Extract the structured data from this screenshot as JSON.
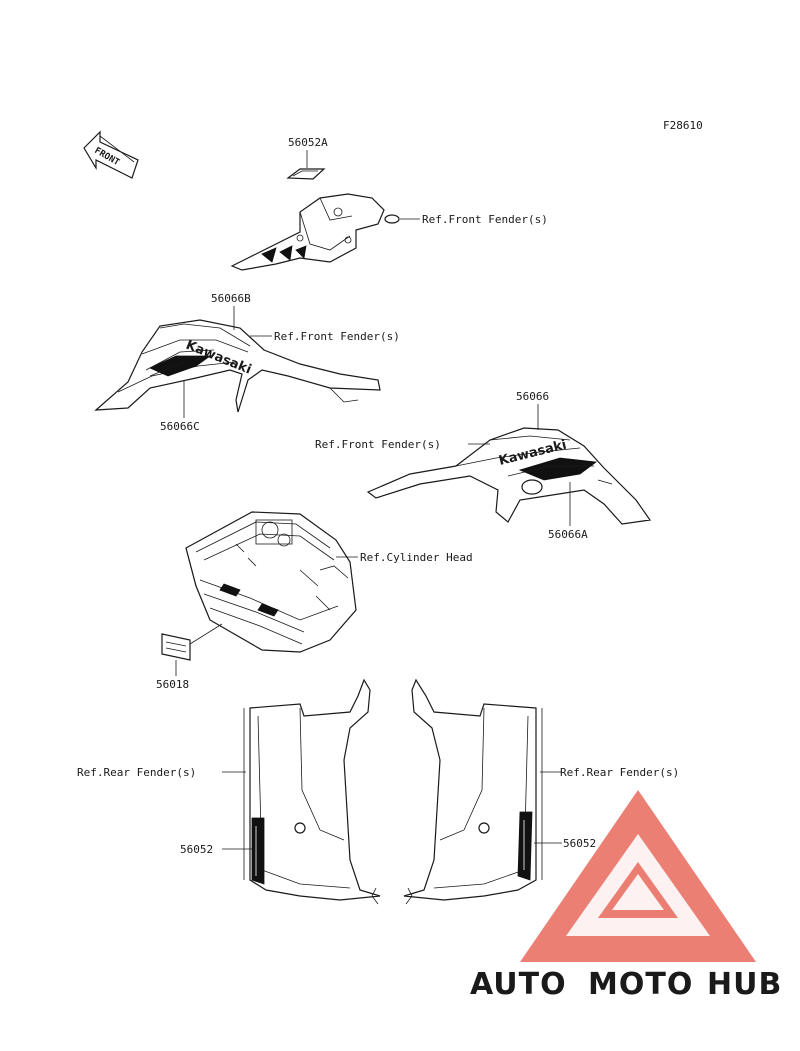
{
  "diagram_code": "F28610",
  "front_arrow_label": "FRONT",
  "callouts": {
    "p56052A": "56052A",
    "ref_front_fender_1": "Ref.Front Fender(s)",
    "p56066B": "56066B",
    "ref_front_fender_2": "Ref.Front Fender(s)",
    "p56066C": "56066C",
    "p56066": "56066",
    "ref_front_fender_3": "Ref.Front Fender(s)",
    "p56066A": "56066A",
    "ref_cylinder_head": "Ref.Cylinder Head",
    "p56018": "56018",
    "ref_rear_fender_left": "Ref.Rear Fender(s)",
    "ref_rear_fender_right": "Ref.Rear Fender(s)",
    "p56052_left": "56052",
    "p56052_right": "56052"
  },
  "decal_text": "Kawasaki",
  "watermark": {
    "part1": "AUTO",
    "part2": "MOTO",
    "part3": "HUB",
    "color_orange": "#f5b041",
    "color_red": "#e8685c",
    "color_gray": "#7f8285"
  }
}
